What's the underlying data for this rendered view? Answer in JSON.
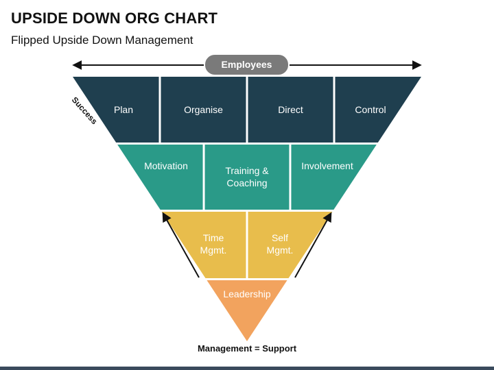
{
  "title": "UPSIDE DOWN ORG CHART",
  "subtitle": "Flipped Upside Down Management",
  "top_label": "Employees",
  "side_label": "Success",
  "bottom_label": "Management = Support",
  "tiers": [
    {
      "color": "#1f3f4f",
      "segments": [
        [
          "Plan"
        ],
        [
          "Organise"
        ],
        [
          "Direct"
        ],
        [
          "Control"
        ]
      ]
    },
    {
      "color": "#2a9a88",
      "segments": [
        [
          "Motivation"
        ],
        [
          "Training &",
          "Coaching"
        ],
        [
          "Involvement"
        ]
      ]
    },
    {
      "color": "#e8bd4c",
      "segments": [
        [
          "Time",
          "Mgmt."
        ],
        [
          "Self",
          "Mgmt."
        ]
      ]
    },
    {
      "color": "#f2a35e",
      "segments": [
        [
          "Leadership"
        ]
      ]
    }
  ],
  "colors": {
    "pill": "#7a7a7a",
    "arrow": "#111111",
    "footer": "#3a4a5c"
  }
}
